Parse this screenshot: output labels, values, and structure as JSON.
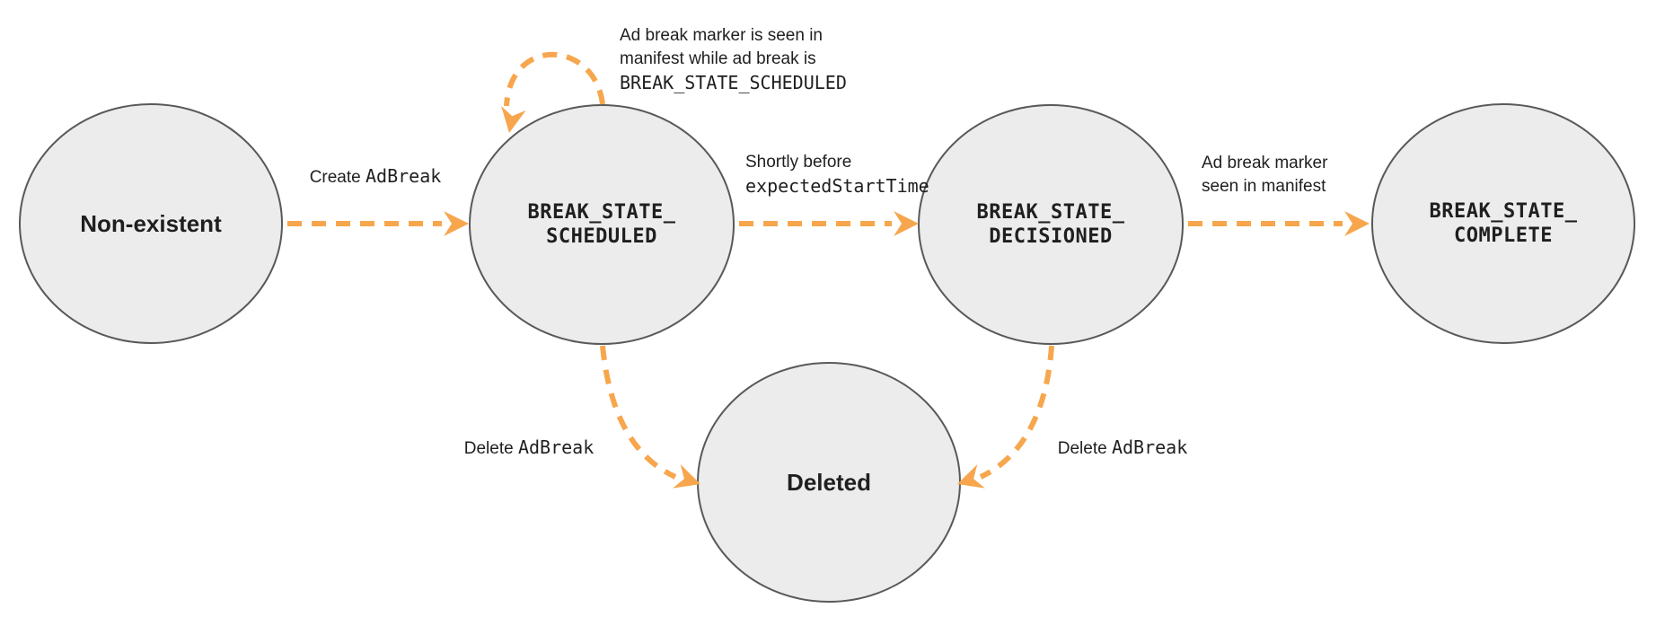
{
  "colors": {
    "edge_orange": "#f7a64d",
    "node_fill": "#ececec",
    "node_stroke": "#595959",
    "text": "#1f1f1f",
    "background": "#ffffff"
  },
  "states": {
    "non_existent": {
      "line1": "Non-existent"
    },
    "scheduled": {
      "line1": "BREAK_STATE_",
      "line2": "SCHEDULED"
    },
    "decisioned": {
      "line1": "BREAK_STATE_",
      "line2": "DECISIONED"
    },
    "complete": {
      "line1": "BREAK_STATE_",
      "line2": "COMPLETE"
    },
    "deleted": {
      "line1": "Deleted"
    }
  },
  "edges": {
    "create_adbreak": {
      "plain": "Create ",
      "code": "AdBreak"
    },
    "self_loop": {
      "line1": "Ad break marker is seen in",
      "line2": "manifest while ad break is",
      "line3_code": "BREAK_STATE_SCHEDULED"
    },
    "shortly_before": {
      "plain": "Shortly before",
      "code": "expectedStartTime"
    },
    "marker_seen": {
      "line1": "Ad break marker",
      "line2": "seen in manifest"
    },
    "delete_left": {
      "plain": "Delete ",
      "code": "AdBreak"
    },
    "delete_right": {
      "plain": "Delete ",
      "code": "AdBreak"
    }
  }
}
